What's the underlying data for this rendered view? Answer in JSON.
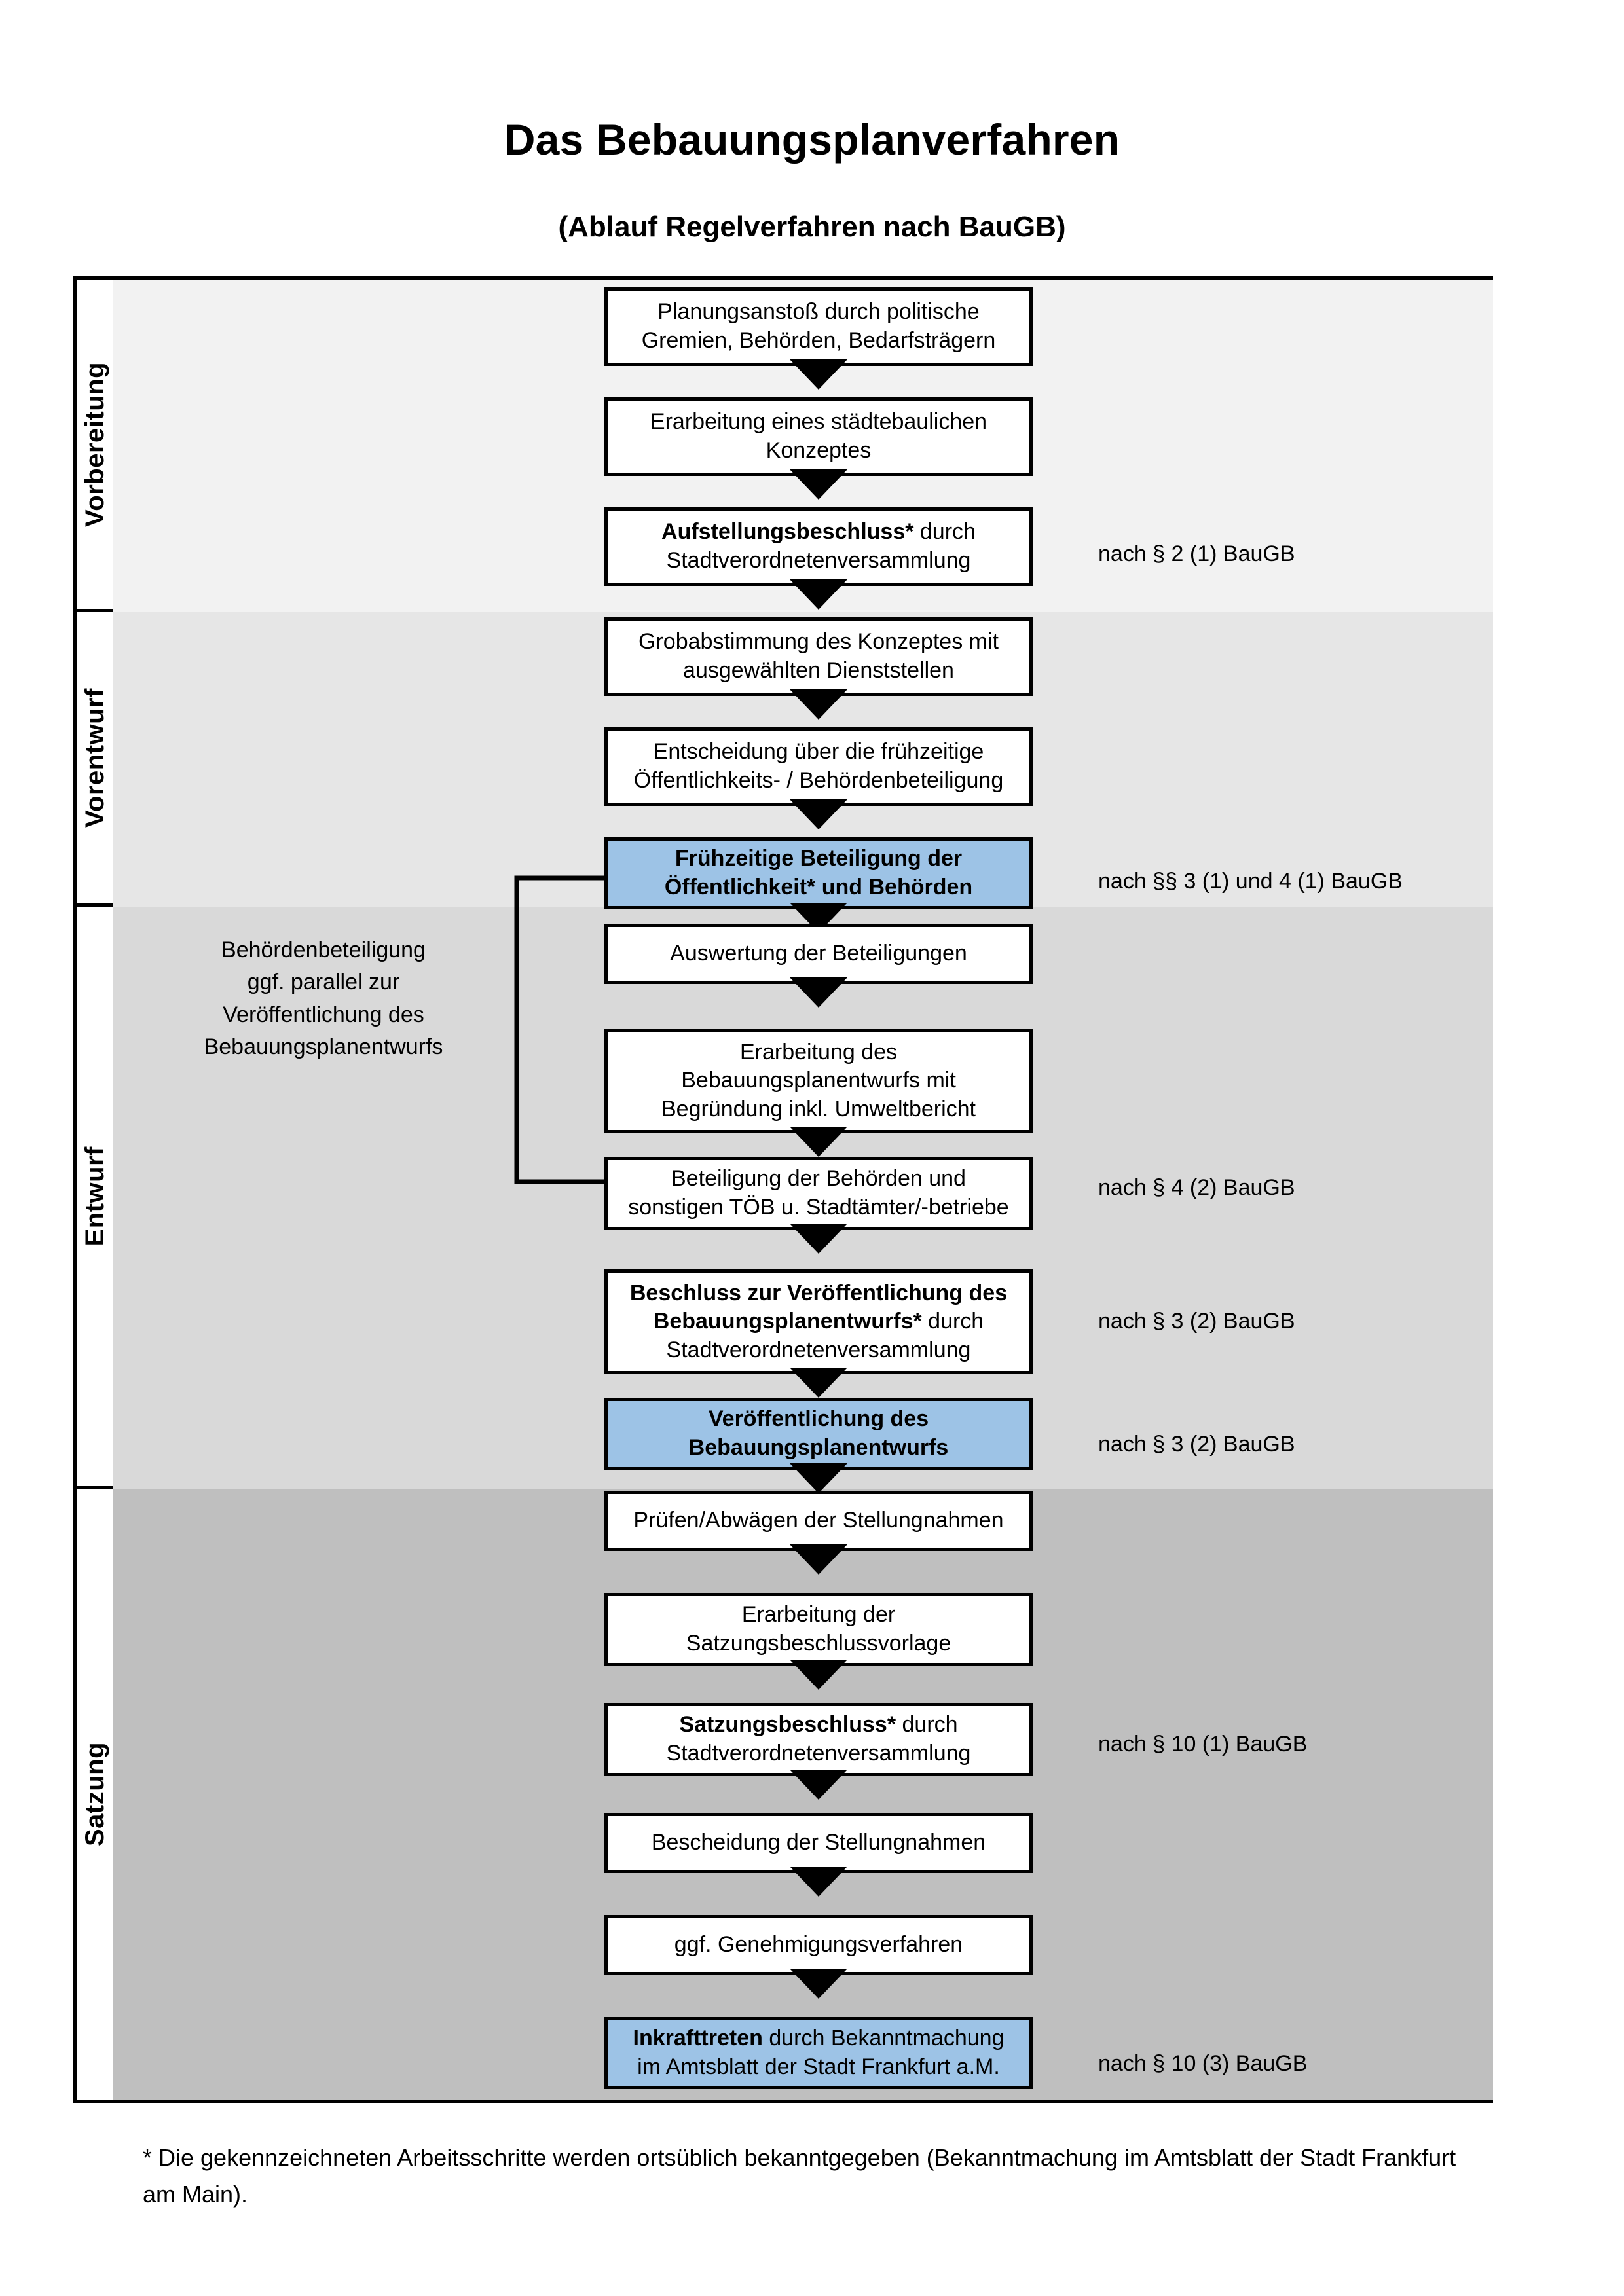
{
  "header": {
    "title": "Das Bebauungsplanverfahren",
    "subtitle": "(Ablauf Regelverfahren nach BauGB)"
  },
  "stages": [
    {
      "id": "vorbereitung",
      "label": "Vorbereitung",
      "band_color": "#F2F2F2"
    },
    {
      "id": "vorentwurf",
      "label": "Vorentwurf",
      "band_color": "#E6E6E6"
    },
    {
      "id": "entwurf",
      "label": "Entwurf",
      "band_color": "#D9D9D9"
    },
    {
      "id": "satzung",
      "label": "Satzung",
      "band_color": "#BFBFBF"
    }
  ],
  "steps": [
    {
      "id": "s1",
      "stage": "vorbereitung",
      "lines": [
        {
          "text": "Planungsanstoß durch politische",
          "bold": false
        },
        {
          "text": "Gremien, Behörden, Bedarfsträgern",
          "bold": false
        }
      ],
      "highlight": false
    },
    {
      "id": "s2",
      "stage": "vorbereitung",
      "lines": [
        {
          "text": "Erarbeitung eines städtebaulichen",
          "bold": false
        },
        {
          "text": "Konzeptes",
          "bold": false
        }
      ],
      "highlight": false
    },
    {
      "id": "s3",
      "stage": "vorbereitung",
      "lines": [
        {
          "text": "Aufstellungsbeschluss*",
          "bold": true,
          "suffix": " durch"
        },
        {
          "text": "Stadtverordnetenversammlung",
          "bold": false
        }
      ],
      "highlight": false
    },
    {
      "id": "s4",
      "stage": "vorentwurf",
      "lines": [
        {
          "text": "Grobabstimmung des Konzeptes mit",
          "bold": false
        },
        {
          "text": "ausgewählten Dienststellen",
          "bold": false
        }
      ],
      "highlight": false
    },
    {
      "id": "s5",
      "stage": "vorentwurf",
      "lines": [
        {
          "text": "Entscheidung über die frühzeitige",
          "bold": false
        },
        {
          "text": "Öffentlichkeits- / Behördenbeteiligung",
          "bold": false
        }
      ],
      "highlight": false
    },
    {
      "id": "s6",
      "stage": "vorentwurf",
      "lines": [
        {
          "text": "Frühzeitige Beteiligung der",
          "bold": true
        },
        {
          "text": "Öffentlichkeit* und Behörden",
          "bold": true
        }
      ],
      "highlight": true
    },
    {
      "id": "s7",
      "stage": "entwurf",
      "lines": [
        {
          "text": "Auswertung der Beteiligungen",
          "bold": false
        }
      ],
      "highlight": false
    },
    {
      "id": "s8",
      "stage": "entwurf",
      "lines": [
        {
          "text": "Erarbeitung des",
          "bold": false
        },
        {
          "text": "Bebauungsplanentwurfs mit",
          "bold": false
        },
        {
          "text": "Begründung inkl. Umweltbericht",
          "bold": false
        }
      ],
      "highlight": false
    },
    {
      "id": "s9",
      "stage": "entwurf",
      "lines": [
        {
          "text": "Beteiligung der Behörden und",
          "bold": false
        },
        {
          "text": "sonstigen TÖB u. Stadtämter/-betriebe",
          "bold": false
        }
      ],
      "highlight": false
    },
    {
      "id": "s10",
      "stage": "entwurf",
      "lines": [
        {
          "text": "Beschluss zur Veröffentlichung des",
          "bold": true
        },
        {
          "text": "Bebauungsplanentwurfs*",
          "bold": true,
          "suffix": " durch"
        },
        {
          "text": "Stadtverordnetenversammlung",
          "bold": false
        }
      ],
      "highlight": false
    },
    {
      "id": "s11",
      "stage": "entwurf",
      "lines": [
        {
          "text": "Veröffentlichung des",
          "bold": true
        },
        {
          "text": "Bebauungsplanentwurfs",
          "bold": true
        }
      ],
      "highlight": true
    },
    {
      "id": "s12",
      "stage": "satzung",
      "lines": [
        {
          "text": "Prüfen/Abwägen der Stellungnahmen",
          "bold": false
        }
      ],
      "highlight": false
    },
    {
      "id": "s13",
      "stage": "satzung",
      "lines": [
        {
          "text": "Erarbeitung der",
          "bold": false
        },
        {
          "text": "Satzungsbeschlussvorlage",
          "bold": false
        }
      ],
      "highlight": false
    },
    {
      "id": "s14",
      "stage": "satzung",
      "lines": [
        {
          "text": "Satzungsbeschluss*",
          "bold": true,
          "suffix": " durch"
        },
        {
          "text": "Stadtverordnetenversammlung",
          "bold": false
        }
      ],
      "highlight": false
    },
    {
      "id": "s15",
      "stage": "satzung",
      "lines": [
        {
          "text": "Bescheidung der Stellungnahmen",
          "bold": false
        }
      ],
      "highlight": false
    },
    {
      "id": "s16",
      "stage": "satzung",
      "lines": [
        {
          "text": "ggf. Genehmigungsverfahren",
          "bold": false
        }
      ],
      "highlight": false
    },
    {
      "id": "s17",
      "stage": "satzung",
      "lines": [
        {
          "text": "Inkrafttreten",
          "bold": true,
          "suffix": " durch Bekanntmachung"
        },
        {
          "text": "im Amtsblatt der Stadt Frankfurt a.M.",
          "bold": false
        }
      ],
      "highlight": true
    }
  ],
  "legal_refs": [
    {
      "id": "r1",
      "text": "nach § 2 (1) BauGB"
    },
    {
      "id": "r2",
      "text": "nach §§ 3 (1) und 4 (1) BauGB"
    },
    {
      "id": "r3",
      "text": "nach § 4 (2) BauGB"
    },
    {
      "id": "r4",
      "text": "nach § 3 (2) BauGB"
    },
    {
      "id": "r5",
      "text": "nach § 3 (2) BauGB"
    },
    {
      "id": "r6",
      "text": "nach § 10 (1) BauGB"
    },
    {
      "id": "r7",
      "text": "nach § 10 (3) BauGB"
    }
  ],
  "sidenote": {
    "lines": [
      "Behördenbeteiligung",
      "ggf. parallel zur",
      "Veröffentlichung des",
      "Bebauungsplanentwurfs"
    ]
  },
  "footnote": {
    "text": "* Die gekennzeichneten Arbeitsschritte werden ortsüblich bekanntgegeben (Bekanntmachung im Amtsblatt  der Stadt Frankfurt am Main)."
  },
  "colors": {
    "highlight_fill": "#9DC3E6",
    "stroke": "#000000",
    "box_fill": "#FFFFFF"
  }
}
